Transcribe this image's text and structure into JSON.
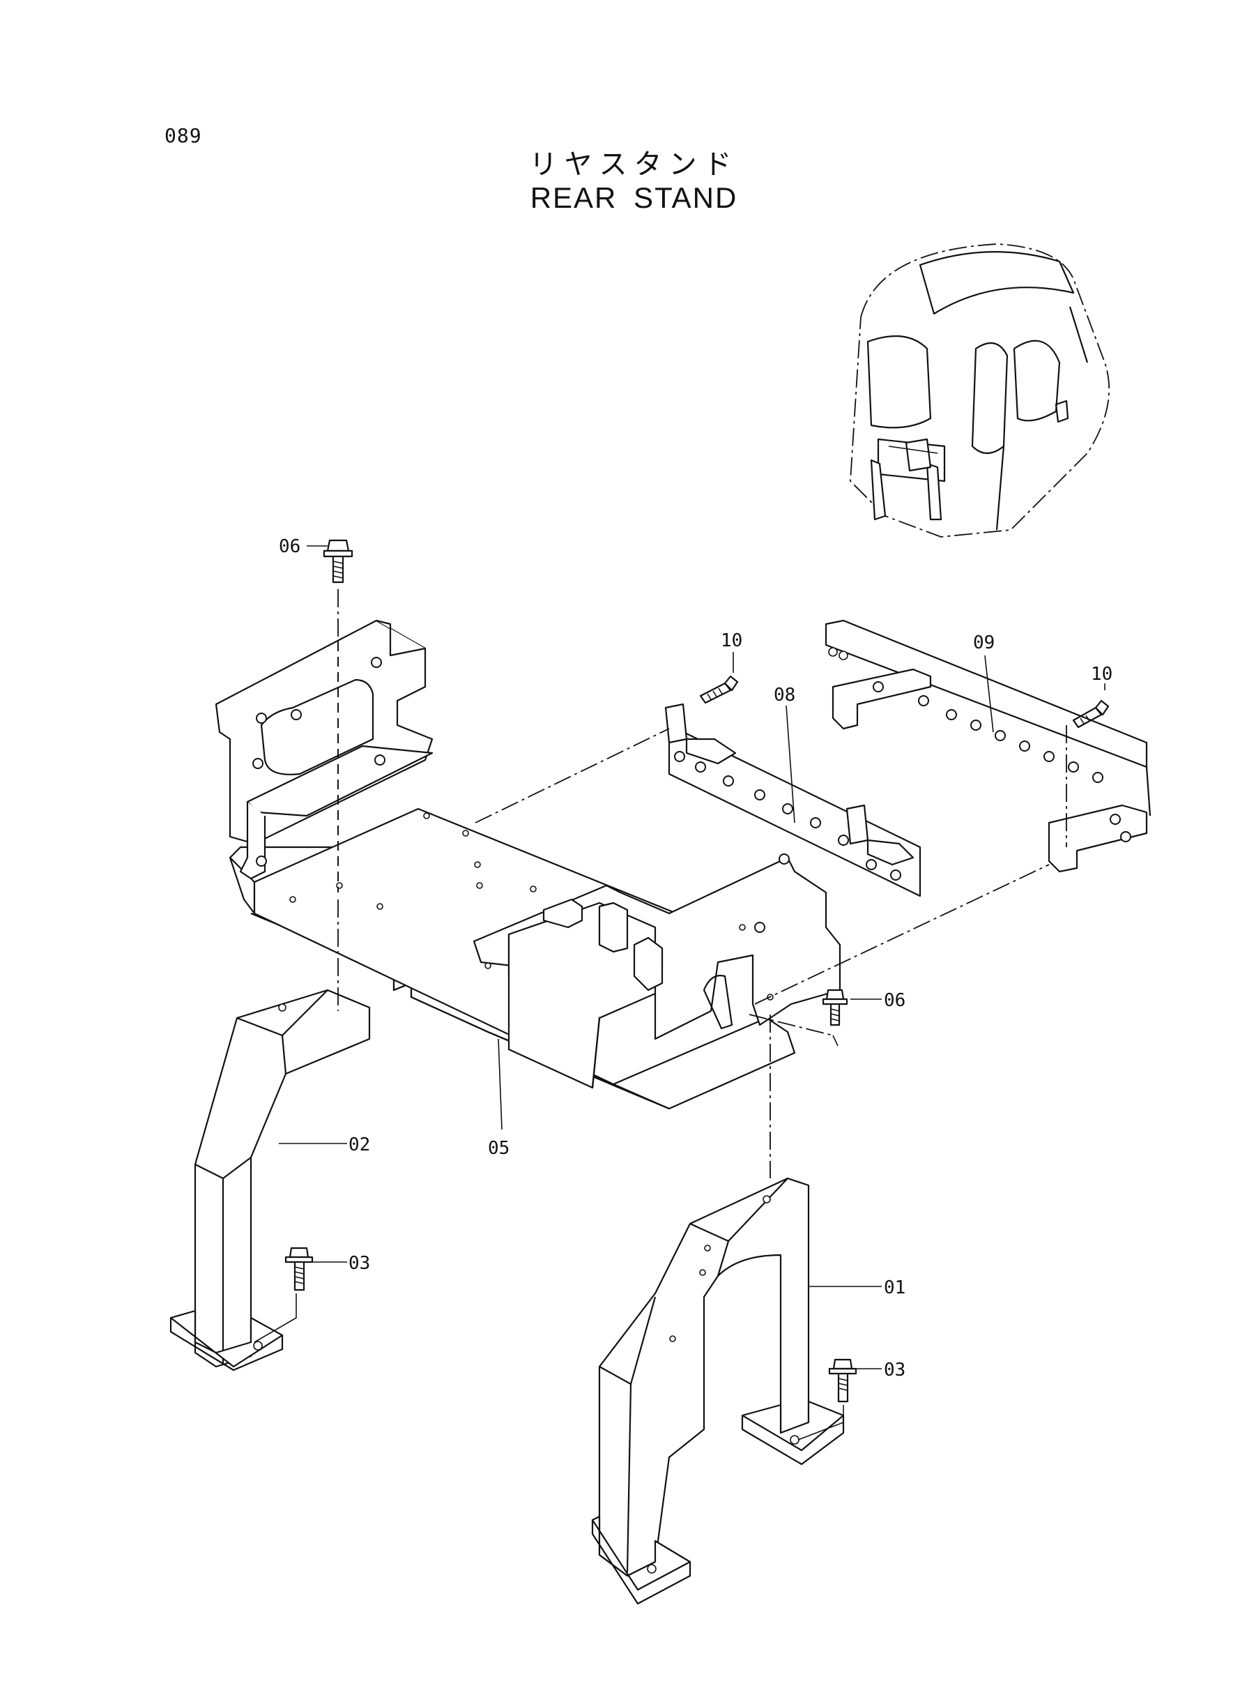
{
  "page": {
    "number": "089",
    "title_ja": "リヤスタンド",
    "title_en": "REAR STAND"
  },
  "callouts": [
    {
      "id": "01",
      "label": "01"
    },
    {
      "id": "02",
      "label": "02"
    },
    {
      "id": "03a",
      "label": "03"
    },
    {
      "id": "03b",
      "label": "03"
    },
    {
      "id": "05",
      "label": "05"
    },
    {
      "id": "06a",
      "label": "06"
    },
    {
      "id": "06b",
      "label": "06"
    },
    {
      "id": "08",
      "label": "08"
    },
    {
      "id": "09",
      "label": "09"
    },
    {
      "id": "10a",
      "label": "10"
    },
    {
      "id": "10b",
      "label": "10"
    }
  ],
  "colors": {
    "line": "#111111",
    "background": "#ffffff"
  }
}
